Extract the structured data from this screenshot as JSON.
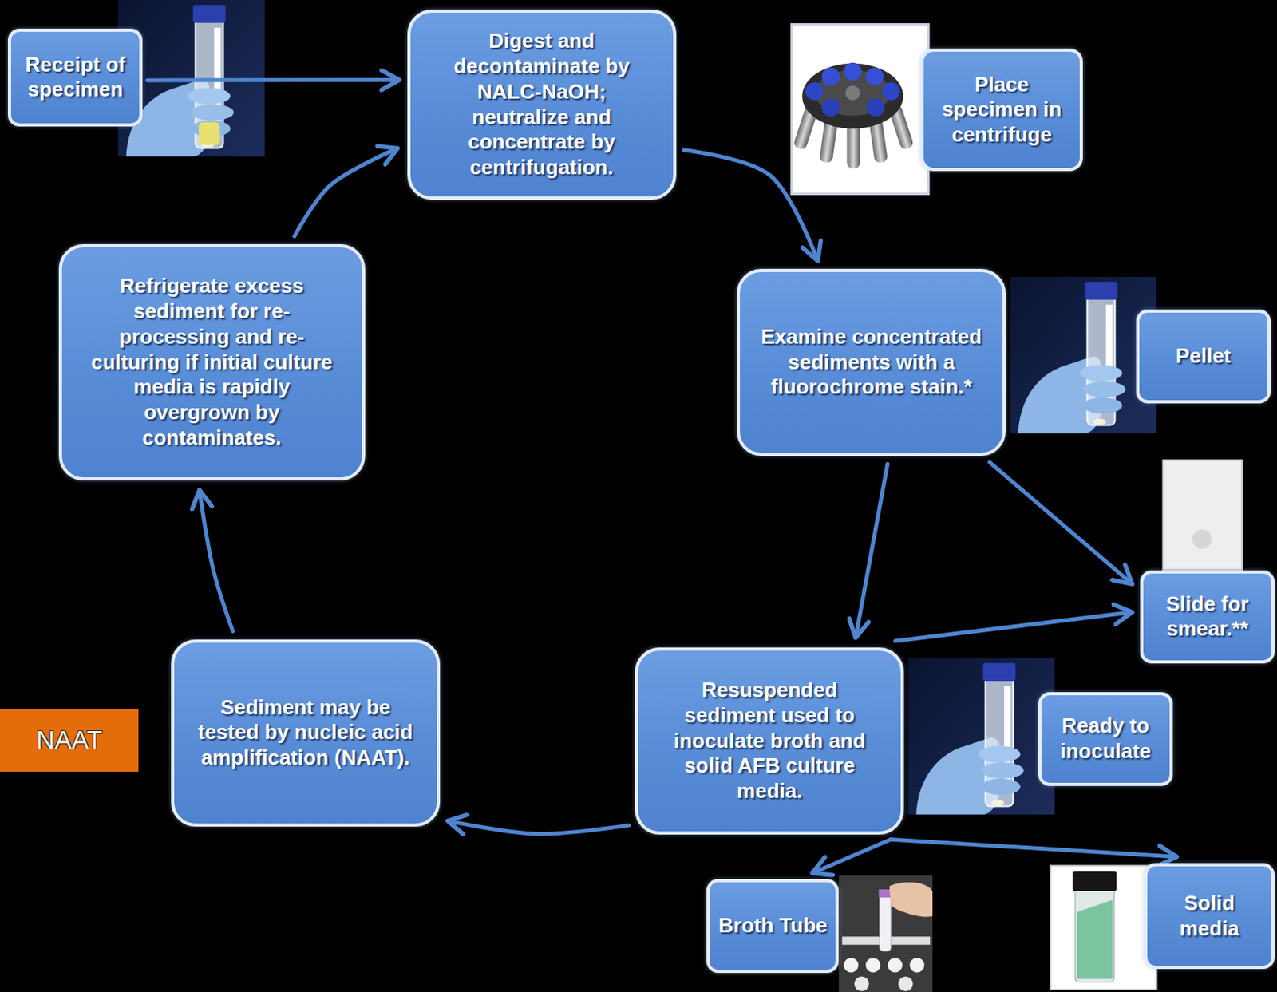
{
  "diagram": {
    "nodes": [
      {
        "text": [
          "Receipt of specimen"
        ]
      },
      {
        "text": [
          "Digest and decontaminate by NALC-NaOH; neutralize and concentrate by centrifugation."
        ]
      },
      {
        "text": [
          "Place specimen in centrifuge"
        ]
      },
      {
        "text": [
          "Examine concentrated sediments with a fluorochrome stain.*"
        ]
      },
      {
        "text": [
          "Pellet"
        ]
      },
      {
        "text": [
          "Slide for smear.**"
        ]
      },
      {
        "text": [
          "Resuspended sediment used to inoculate broth and solid AFB culture media."
        ]
      },
      {
        "text": [
          "Ready to inoculate"
        ]
      },
      {
        "text": [
          "Broth Tube"
        ]
      },
      {
        "text": [
          "Solid media"
        ]
      },
      {
        "text": [
          "Sediment may be tested by nucleic acid amplification (NAAT)."
        ]
      },
      {
        "text": [
          "Refrigerate excess sediment for re-processing and re-culturing if initial culture media is rapidly overgrown by contaminates."
        ]
      },
      {
        "text": [
          "NAAT"
        ]
      }
    ],
    "edges": [
      {
        "from": 0,
        "to": 1,
        "arrow": "to"
      },
      {
        "from": 1,
        "to": 3,
        "arrow": "to"
      },
      {
        "from": 3,
        "to": 5,
        "arrow": "to"
      },
      {
        "from": 3,
        "to": 6,
        "arrow": "to"
      },
      {
        "from": 6,
        "to": 5,
        "arrow": "to"
      },
      {
        "from": 6,
        "to": 8,
        "arrow": "to"
      },
      {
        "from": 6,
        "to": 9,
        "arrow": "to"
      },
      {
        "from": 6,
        "to": 10,
        "arrow": "to"
      },
      {
        "from": 10,
        "to": 11,
        "arrow": "to"
      },
      {
        "from": 11,
        "to": 1,
        "arrow": "to"
      }
    ]
  }
}
